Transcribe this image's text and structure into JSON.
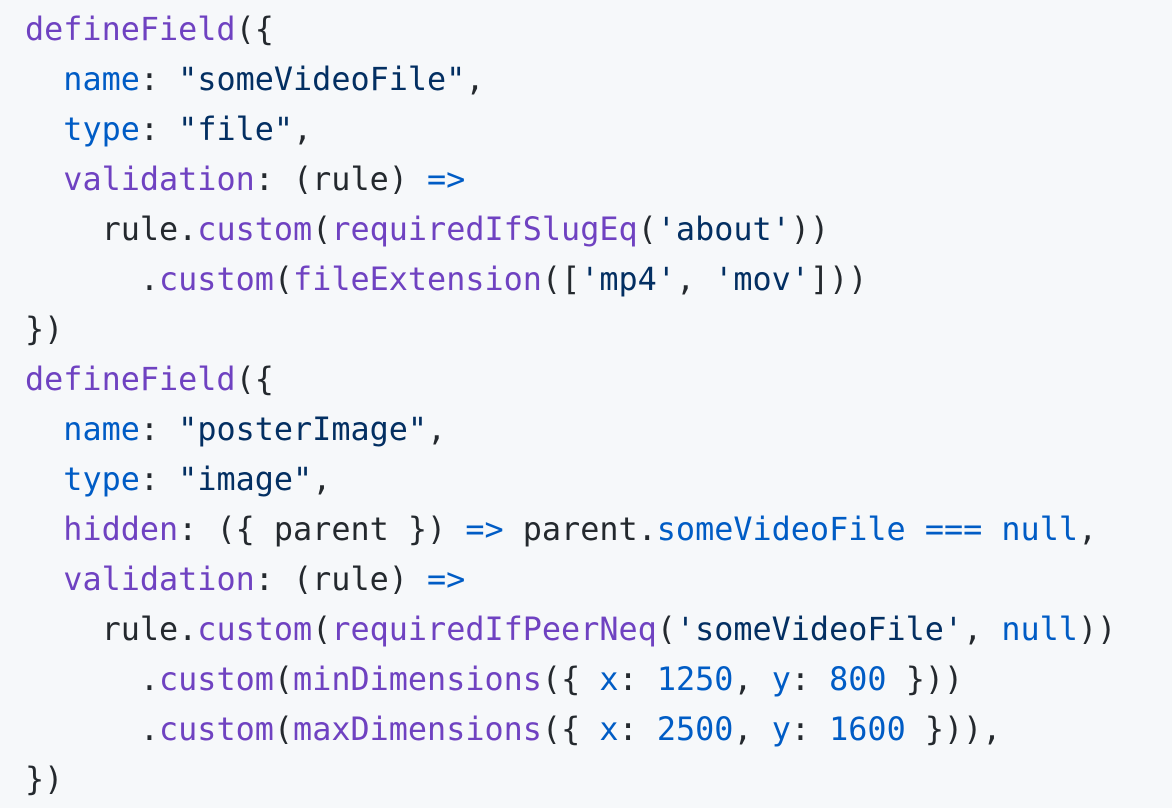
{
  "code": {
    "language": "javascript",
    "colors": {
      "background": "#f6f8fa",
      "function": "#6f42c1",
      "string": "#032f62",
      "keyword": "#005cc5",
      "plain": "#24292e"
    },
    "lines": [
      [
        {
          "t": "fn",
          "v": "defineField"
        },
        {
          "t": "plain",
          "v": "({"
        }
      ],
      [
        {
          "t": "plain",
          "v": "  "
        },
        {
          "t": "kw",
          "v": "name"
        },
        {
          "t": "plain",
          "v": ": "
        },
        {
          "t": "str",
          "v": "\"someVideoFile\""
        },
        {
          "t": "plain",
          "v": ","
        }
      ],
      [
        {
          "t": "plain",
          "v": "  "
        },
        {
          "t": "kw",
          "v": "type"
        },
        {
          "t": "plain",
          "v": ": "
        },
        {
          "t": "str",
          "v": "\"file\""
        },
        {
          "t": "plain",
          "v": ","
        }
      ],
      [
        {
          "t": "plain",
          "v": "  "
        },
        {
          "t": "fn",
          "v": "validation"
        },
        {
          "t": "plain",
          "v": ": (rule) "
        },
        {
          "t": "kw",
          "v": "=>"
        }
      ],
      [
        {
          "t": "plain",
          "v": "    rule."
        },
        {
          "t": "fn",
          "v": "custom"
        },
        {
          "t": "plain",
          "v": "("
        },
        {
          "t": "fn",
          "v": "requiredIfSlugEq"
        },
        {
          "t": "plain",
          "v": "("
        },
        {
          "t": "str",
          "v": "'about'"
        },
        {
          "t": "plain",
          "v": "))"
        }
      ],
      [
        {
          "t": "plain",
          "v": "      ."
        },
        {
          "t": "fn",
          "v": "custom"
        },
        {
          "t": "plain",
          "v": "("
        },
        {
          "t": "fn",
          "v": "fileExtension"
        },
        {
          "t": "plain",
          "v": "(["
        },
        {
          "t": "str",
          "v": "'mp4'"
        },
        {
          "t": "plain",
          "v": ", "
        },
        {
          "t": "str",
          "v": "'mov'"
        },
        {
          "t": "plain",
          "v": "]))"
        }
      ],
      [
        {
          "t": "plain",
          "v": "})"
        }
      ],
      [
        {
          "t": "fn",
          "v": "defineField"
        },
        {
          "t": "plain",
          "v": "({"
        }
      ],
      [
        {
          "t": "plain",
          "v": "  "
        },
        {
          "t": "kw",
          "v": "name"
        },
        {
          "t": "plain",
          "v": ": "
        },
        {
          "t": "str",
          "v": "\"posterImage\""
        },
        {
          "t": "plain",
          "v": ","
        }
      ],
      [
        {
          "t": "plain",
          "v": "  "
        },
        {
          "t": "kw",
          "v": "type"
        },
        {
          "t": "plain",
          "v": ": "
        },
        {
          "t": "str",
          "v": "\"image\""
        },
        {
          "t": "plain",
          "v": ","
        }
      ],
      [
        {
          "t": "plain",
          "v": "  "
        },
        {
          "t": "fn",
          "v": "hidden"
        },
        {
          "t": "plain",
          "v": ": ({ parent }) "
        },
        {
          "t": "kw",
          "v": "=>"
        },
        {
          "t": "plain",
          "v": " parent."
        },
        {
          "t": "kw",
          "v": "someVideoFile"
        },
        {
          "t": "plain",
          "v": " "
        },
        {
          "t": "kw",
          "v": "==="
        },
        {
          "t": "plain",
          "v": " "
        },
        {
          "t": "kw",
          "v": "null"
        },
        {
          "t": "plain",
          "v": ","
        }
      ],
      [
        {
          "t": "plain",
          "v": "  "
        },
        {
          "t": "fn",
          "v": "validation"
        },
        {
          "t": "plain",
          "v": ": (rule) "
        },
        {
          "t": "kw",
          "v": "=>"
        }
      ],
      [
        {
          "t": "plain",
          "v": "    rule."
        },
        {
          "t": "fn",
          "v": "custom"
        },
        {
          "t": "plain",
          "v": "("
        },
        {
          "t": "fn",
          "v": "requiredIfPeerNeq"
        },
        {
          "t": "plain",
          "v": "("
        },
        {
          "t": "str",
          "v": "'someVideoFile'"
        },
        {
          "t": "plain",
          "v": ", "
        },
        {
          "t": "kw",
          "v": "null"
        },
        {
          "t": "plain",
          "v": "))"
        }
      ],
      [
        {
          "t": "plain",
          "v": "      ."
        },
        {
          "t": "fn",
          "v": "custom"
        },
        {
          "t": "plain",
          "v": "("
        },
        {
          "t": "fn",
          "v": "minDimensions"
        },
        {
          "t": "plain",
          "v": "({ "
        },
        {
          "t": "kw",
          "v": "x"
        },
        {
          "t": "plain",
          "v": ": "
        },
        {
          "t": "kw",
          "v": "1250"
        },
        {
          "t": "plain",
          "v": ", "
        },
        {
          "t": "kw",
          "v": "y"
        },
        {
          "t": "plain",
          "v": ": "
        },
        {
          "t": "kw",
          "v": "800"
        },
        {
          "t": "plain",
          "v": " }))"
        }
      ],
      [
        {
          "t": "plain",
          "v": "      ."
        },
        {
          "t": "fn",
          "v": "custom"
        },
        {
          "t": "plain",
          "v": "("
        },
        {
          "t": "fn",
          "v": "maxDimensions"
        },
        {
          "t": "plain",
          "v": "({ "
        },
        {
          "t": "kw",
          "v": "x"
        },
        {
          "t": "plain",
          "v": ": "
        },
        {
          "t": "kw",
          "v": "2500"
        },
        {
          "t": "plain",
          "v": ", "
        },
        {
          "t": "kw",
          "v": "y"
        },
        {
          "t": "plain",
          "v": ": "
        },
        {
          "t": "kw",
          "v": "1600"
        },
        {
          "t": "plain",
          "v": " })),"
        }
      ],
      [
        {
          "t": "plain",
          "v": "})"
        }
      ]
    ]
  }
}
